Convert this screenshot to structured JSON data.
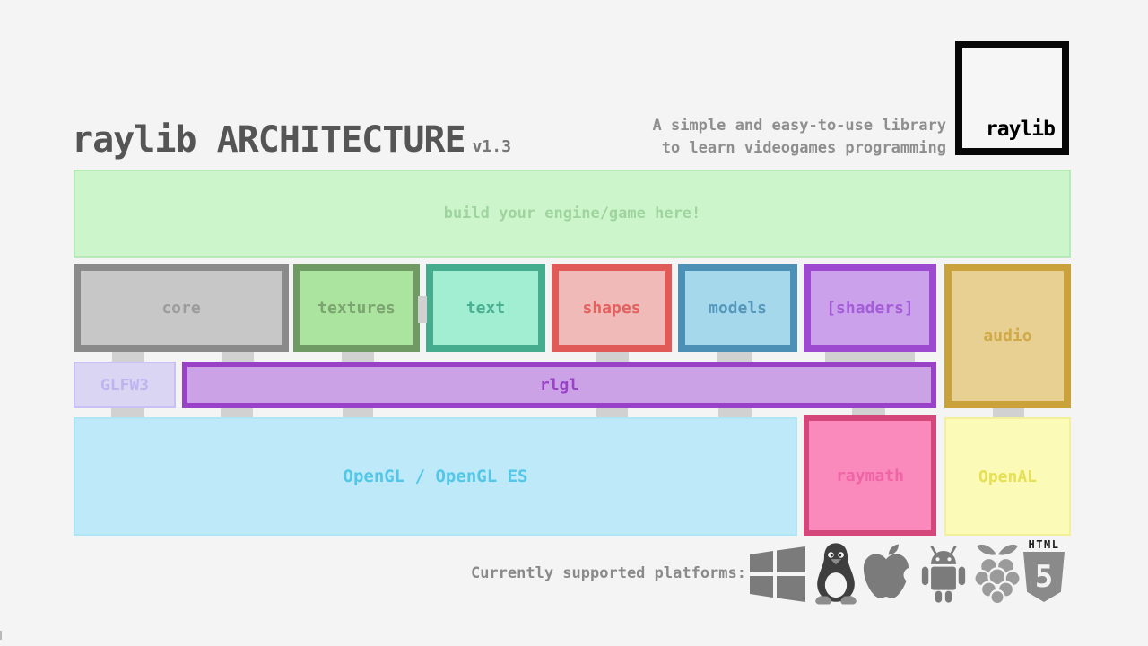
{
  "header": {
    "title": "raylib ARCHITECTURE",
    "version": "v1.3",
    "tagline_line1": "A simple and easy-to-use library",
    "tagline_line2": "to learn videogames programming",
    "logo_text": "raylib",
    "title_color": "#555555",
    "version_color": "#777777",
    "tagline_color": "#8e8e8e"
  },
  "diagram": {
    "engine_box": {
      "label": "build your engine/game here!",
      "fill_color": "#cdf5cc",
      "border_color": "#b7eab6",
      "text_color": "#9fd49e"
    },
    "modules": [
      {
        "id": "core",
        "label": "core",
        "border_color": "#8a8a8a",
        "fill_color": "#c7c7c7",
        "text_color": "#9c9c9c"
      },
      {
        "id": "textures",
        "label": "textures",
        "border_color": "#6f9a64",
        "fill_color": "#abe49e",
        "text_color": "#7ba470"
      },
      {
        "id": "text",
        "label": "text",
        "border_color": "#45ac8e",
        "fill_color": "#a1eed3",
        "text_color": "#4bb092"
      },
      {
        "id": "shapes",
        "label": "shapes",
        "border_color": "#e05b58",
        "fill_color": "#f0bab8",
        "text_color": "#e3615e"
      },
      {
        "id": "models",
        "label": "models",
        "border_color": "#4d90b5",
        "fill_color": "#a5d8eb",
        "text_color": "#5697bc"
      },
      {
        "id": "shaders",
        "label": "[shaders]",
        "border_color": "#9d4ad0",
        "fill_color": "#caa1ea",
        "text_color": "#a55cd8"
      },
      {
        "id": "audio",
        "label": "audio",
        "border_color": "#c9a23c",
        "fill_color": "#e8d092",
        "text_color": "#cfa94a"
      }
    ],
    "glfw_box": {
      "label": "GLFW3",
      "fill_color": "#dbd5f4",
      "border_color": "#c9c1f2",
      "text_color": "#beb4f0"
    },
    "rlgl_box": {
      "label": "rlgl",
      "fill_color": "#cba2e6",
      "border_color": "#9a41c8",
      "text_color": "#9a41c8"
    },
    "opengl_box": {
      "label": "OpenGL / OpenGL ES",
      "fill_color": "#bde9f8",
      "border_color": "#b0e5f6",
      "text_color": "#54c6e8"
    },
    "raymath_box": {
      "label": "raymath",
      "fill_color": "#f98abb",
      "border_color": "#d5477a",
      "text_color": "#ee64a4"
    },
    "openal_box": {
      "label": "OpenAL",
      "fill_color": "#fbfab6",
      "border_color": "#f2f09b",
      "text_color": "#e7df55"
    },
    "connector_color": "#d1d1d1"
  },
  "platforms": {
    "label": "Currently supported platforms:",
    "label_color": "#8a8a8a",
    "icon_color": "#7b7b7b",
    "items": [
      {
        "name": "windows-icon"
      },
      {
        "name": "linux-tux-icon"
      },
      {
        "name": "apple-icon"
      },
      {
        "name": "android-icon"
      },
      {
        "name": "raspberry-pi-icon"
      },
      {
        "name": "html5-icon"
      }
    ],
    "html5_text": "HTML",
    "html5_number": "5"
  }
}
